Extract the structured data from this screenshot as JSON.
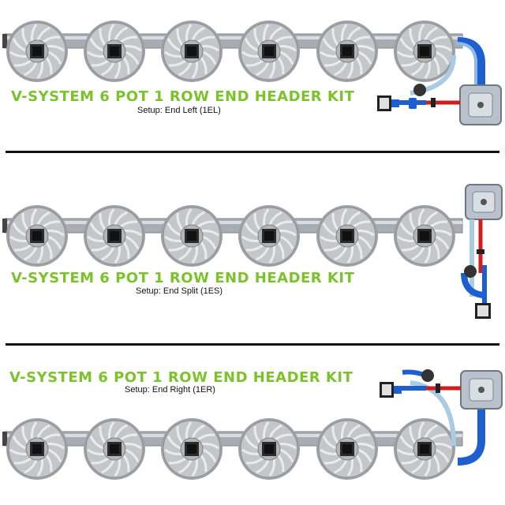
{
  "colors": {
    "title_green": "#7bc22b",
    "pipe_grey": "#a8adb3",
    "pot_grey": "#c4c6c9",
    "supply_red": "#cc1f1f",
    "return_blue": "#1e5fcf",
    "hose_lightblue": "#a9cbe3",
    "divider": "#111111"
  },
  "icons": [
    "pot-icon",
    "pump-icon",
    "filter-icon",
    "reservoir-icon",
    "valve-icon"
  ],
  "panels": [
    {
      "title": "V-SYSTEM 6 POT 1 ROW END HEADER KIT",
      "setup": "Setup: End Left (1EL)",
      "pot_count": 6
    },
    {
      "title": "V-SYSTEM 6 POT 1 ROW END HEADER KIT",
      "setup": "Setup: End Split (1ES)",
      "pot_count": 6
    },
    {
      "title": "V-SYSTEM 6 POT 1 ROW END HEADER KIT",
      "setup": "Setup: End Right (1ER)",
      "pot_count": 6
    }
  ]
}
